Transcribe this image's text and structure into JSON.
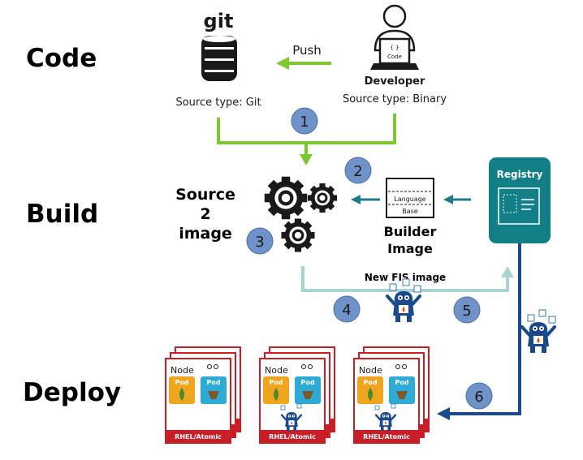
{
  "stages": {
    "code": "Code",
    "build": "Build",
    "deploy": "Deploy"
  },
  "git": {
    "logo": "git",
    "source_type": "Source type: Git"
  },
  "developer": {
    "label": "Developer",
    "source_type": "Source type: Binary",
    "screen_text": "Code",
    "screen_glyph": "{ }"
  },
  "push": {
    "label": "Push"
  },
  "s2i": {
    "line1": "Source",
    "line2": "2",
    "line3": "image"
  },
  "builder": {
    "line1": "Builder",
    "line2": "Image",
    "layer_top": "Language",
    "layer_bottom": "Base"
  },
  "registry": {
    "label": "Registry"
  },
  "fis": {
    "label": "New FIS image"
  },
  "steps": [
    "1",
    "2",
    "3",
    "4",
    "5",
    "6"
  ],
  "node": {
    "label": "Node",
    "pod": "Pod",
    "footer": "RHEL/Atomic"
  },
  "colors": {
    "green_arrow": "#7dc832",
    "teal_arrow": "#1e7d87",
    "light_teal_arrow": "#a9d3d3",
    "navy_arrow": "#1b4a8a",
    "step_circle": "#6f93c8",
    "registry_bg": "#127f87",
    "node_red": "#c81e28",
    "pod_orange": "#f0a51e",
    "pod_blue": "#2eaad6"
  },
  "icons": [
    "git-database-icon",
    "developer-laptop-icon",
    "gears-icon",
    "builder-image-icon",
    "registry-icon",
    "fis-mascot-icon",
    "node-stack-icon"
  ]
}
